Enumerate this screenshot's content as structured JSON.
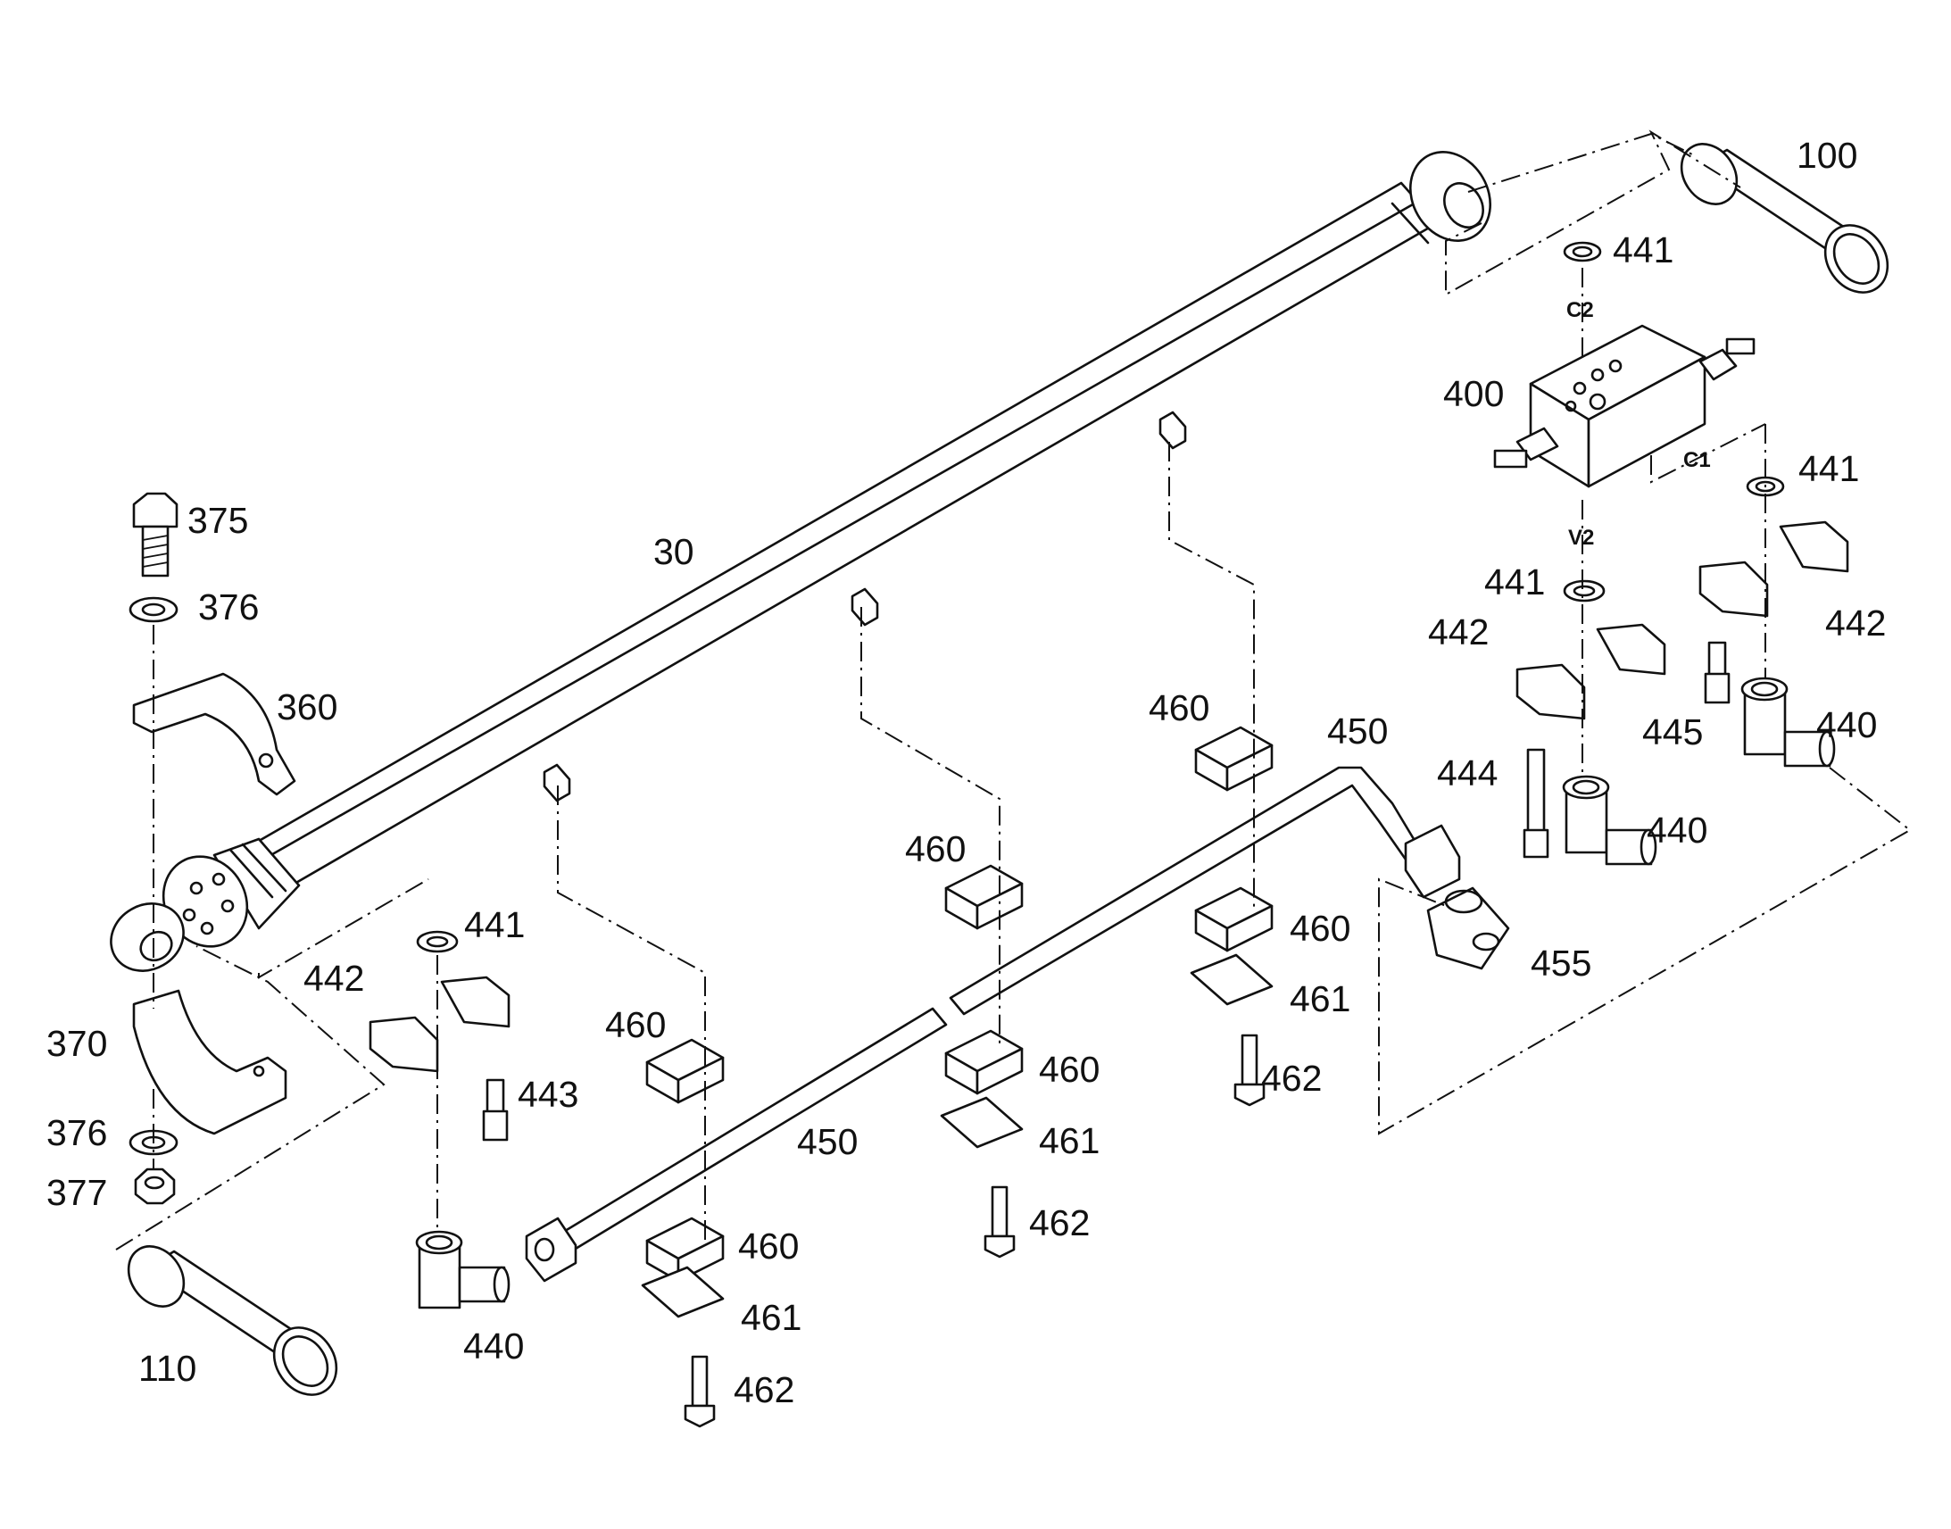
{
  "labels": {
    "l30": "30",
    "l100": "100",
    "l110": "110",
    "l360": "360",
    "l370": "370",
    "l375": "375",
    "l376a": "376",
    "l376b": "376",
    "l377": "377",
    "l400": "400",
    "l441a": "441",
    "l441b": "441",
    "l441c": "441",
    "l441d": "441",
    "l442a": "442",
    "l442b": "442",
    "l442c": "442",
    "l443": "443",
    "l444": "444",
    "l445": "445",
    "l440a": "440",
    "l440b": "440",
    "l440c": "440",
    "l450a": "450",
    "l450b": "450",
    "l455": "455",
    "l460a": "460",
    "l460b": "460",
    "l460c": "460",
    "l460d": "460",
    "l460e": "460",
    "l460f": "460",
    "l461a": "461",
    "l461b": "461",
    "l461c": "461",
    "l462a": "462",
    "l462b": "462",
    "l462c": "462"
  },
  "ports": {
    "c1": "C1",
    "c2": "C2",
    "v2": "V2"
  }
}
